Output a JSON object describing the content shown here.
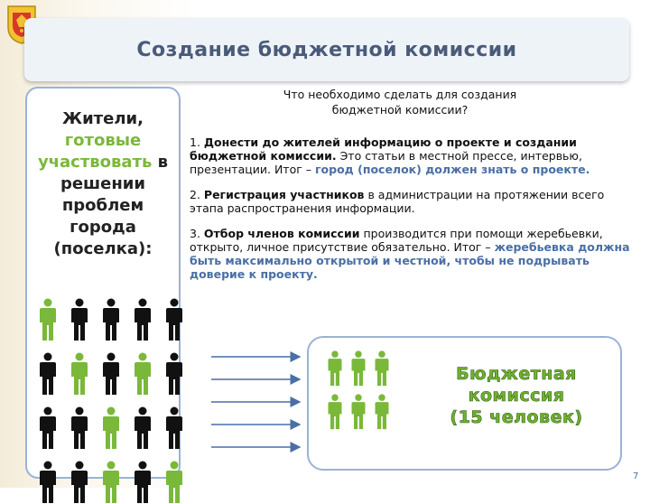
{
  "title": "Создание бюджетной комиссии",
  "left_panel": {
    "line1": "Жители,",
    "green1": "готовые",
    "green2": "участвовать",
    "line2_tail": " в",
    "line3": "решении",
    "line4": "проблем",
    "line5": "города",
    "line6": "(поселка):"
  },
  "right_title_line1": "Что необходимо сделать для создания",
  "right_title_line2": "бюджетной комиссии?",
  "steps": {
    "s1_num": "1. ",
    "s1_bold": "Донести до жителей информацию о проекте и создании бюджетной комиссии.",
    "s1_text": " Это статьи в местной прессе, интервью, презентации. Итог – ",
    "s1_blue": "город (поселок) должен знать о проекте.",
    "s2_num": "2. ",
    "s2_bold": "Регистрация участников",
    "s2_text": " в администрации на протяжении всего этапа распространения информации.",
    "s3_num": "3. ",
    "s3_bold": "Отбор членов комиссии",
    "s3_text": " производится при помощи жеребьевки, открыто, личное присутствие обязательно. Итог – ",
    "s3_blue": "жеребьевка должна быть максимально открытой и честной, чтобы не подрывать доверие к проекту."
  },
  "commission": {
    "line1": "Бюджетная",
    "line2": "комиссия",
    "line3": "(15 человек)"
  },
  "page_number": "7",
  "colors": {
    "title_text": "#4a5b7a",
    "accent_green": "#7ab83a",
    "accent_blue": "#4a6fa5",
    "panel_border": "#9ab2d9"
  },
  "people_grid_colors": [
    "green",
    "black",
    "black",
    "black",
    "black",
    "black",
    "green",
    "black",
    "green",
    "black",
    "black",
    "black",
    "green",
    "black",
    "black",
    "black",
    "black",
    "green",
    "black",
    "green"
  ],
  "commission_people_colors": [
    "green",
    "green",
    "green",
    "green",
    "green",
    "green"
  ]
}
